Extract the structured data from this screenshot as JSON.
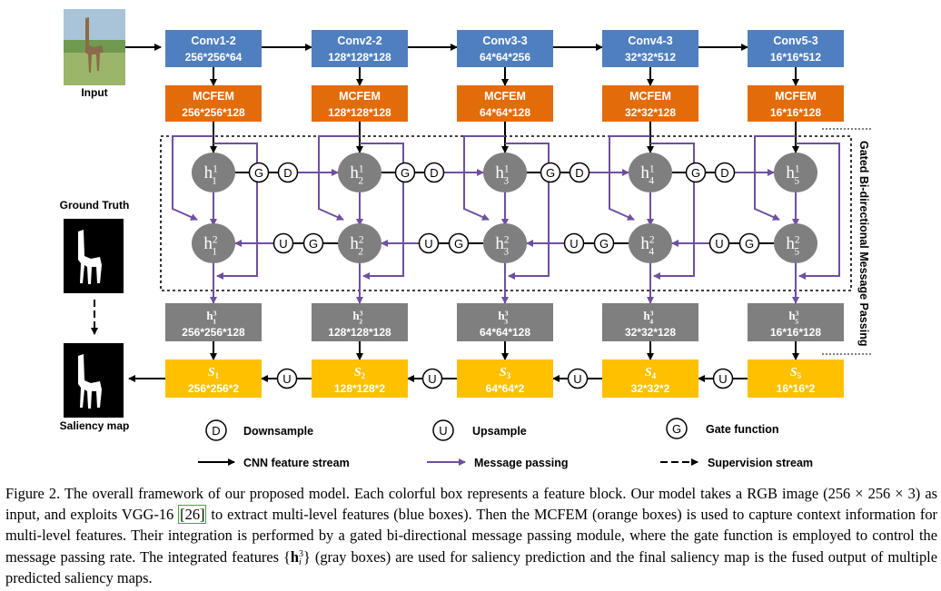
{
  "colors": {
    "conv": "#4f7fbf",
    "mcfem": "#e36c0a",
    "gray": "#7f7f7f",
    "saliency": "#ffc000",
    "message": "#6f4f9f"
  },
  "input_label": "Input",
  "conv_blocks": [
    {
      "name": "Conv1-2",
      "size": "256*256*64"
    },
    {
      "name": "Conv2-2",
      "size": "128*128*128"
    },
    {
      "name": "Conv3-3",
      "size": "64*64*256"
    },
    {
      "name": "Conv4-3",
      "size": "32*32*512"
    },
    {
      "name": "Conv5-3",
      "size": "16*16*512"
    }
  ],
  "mcfem_blocks": [
    {
      "name": "MCFEM",
      "size": "256*256*128"
    },
    {
      "name": "MCFEM",
      "size": "128*128*128"
    },
    {
      "name": "MCFEM",
      "size": "64*64*128"
    },
    {
      "name": "MCFEM",
      "size": "32*32*128"
    },
    {
      "name": "MCFEM",
      "size": "16*16*128"
    }
  ],
  "h1_nodes": [
    {
      "base": "h",
      "sub": "1",
      "sup": "1"
    },
    {
      "base": "h",
      "sub": "2",
      "sup": "1"
    },
    {
      "base": "h",
      "sub": "3",
      "sup": "1"
    },
    {
      "base": "h",
      "sub": "4",
      "sup": "1"
    },
    {
      "base": "h",
      "sub": "5",
      "sup": "1"
    }
  ],
  "h2_nodes": [
    {
      "base": "h",
      "sub": "1",
      "sup": "2"
    },
    {
      "base": "h",
      "sub": "2",
      "sup": "2"
    },
    {
      "base": "h",
      "sub": "3",
      "sup": "2"
    },
    {
      "base": "h",
      "sub": "4",
      "sup": "2"
    },
    {
      "base": "h",
      "sub": "5",
      "sup": "2"
    }
  ],
  "gray_blocks": [
    {
      "base": "h",
      "sub": "1",
      "sup": "3",
      "size": "256*256*128"
    },
    {
      "base": "h",
      "sub": "2",
      "sup": "3",
      "size": "128*128*128"
    },
    {
      "base": "h",
      "sub": "3",
      "sup": "3",
      "size": "64*64*128"
    },
    {
      "base": "h",
      "sub": "4",
      "sup": "3",
      "size": "32*32*128"
    },
    {
      "base": "h",
      "sub": "5",
      "sup": "3",
      "size": "16*16*128"
    }
  ],
  "saliency_blocks": [
    {
      "base": "S",
      "sub": "1",
      "size": "256*256*2"
    },
    {
      "base": "S",
      "sub": "2",
      "size": "128*128*2"
    },
    {
      "base": "S",
      "sub": "3",
      "size": "64*64*2"
    },
    {
      "base": "S",
      "sub": "4",
      "size": "32*32*2"
    },
    {
      "base": "S",
      "sub": "5",
      "size": "16*16*2"
    }
  ],
  "gate_letter": "G",
  "down_letter": "D",
  "up_letter": "U",
  "vertical_label": "Gated Bi-directional Message Passing",
  "ground_truth_label": "Ground Truth",
  "saliency_map_label": "Saliency map",
  "legend": {
    "downsample": {
      "symbol": "D",
      "text": "Downsample"
    },
    "upsample": {
      "symbol": "U",
      "text": "Upsample"
    },
    "gate": {
      "symbol": "G",
      "text": "Gate function"
    },
    "cnn_stream": "CNN feature stream",
    "message_passing": "Message passing",
    "supervision": "Supervision stream"
  },
  "caption": {
    "p1": "Figure 2. The overall framework of our proposed model. Each colorful box represents a feature block. Our model takes a RGB image (256 × 256 × 3) as input, and exploits VGG-16 ",
    "ref": "[26]",
    "p2": " to extract multi-level features (blue boxes). Then the MCFEM (orange boxes) is used to capture context information for multi-level features. Their integration is performed by a gated bi-directional message passing module, where the gate function is employed to control the message passing rate. The integrated features {",
    "math_base": "h",
    "math_sub": "i",
    "math_sup": "3",
    "p3": "} (gray boxes) are used for saliency prediction and the final saliency map is the fused output of multiple predicted saliency maps."
  }
}
